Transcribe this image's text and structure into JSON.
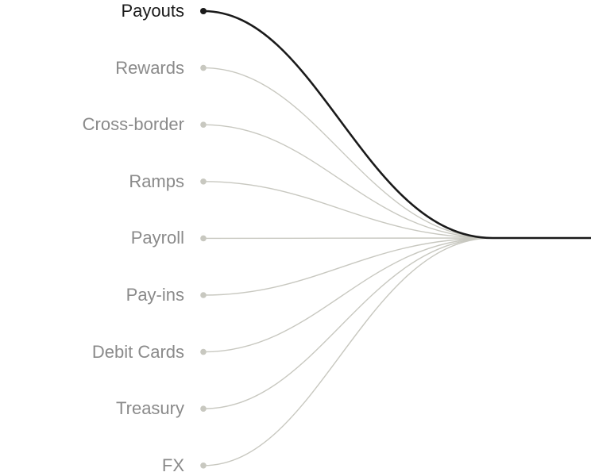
{
  "diagram": {
    "active_index": 0,
    "items": [
      {
        "label": "Payouts"
      },
      {
        "label": "Rewards"
      },
      {
        "label": "Cross-border"
      },
      {
        "label": "Ramps"
      },
      {
        "label": "Payroll"
      },
      {
        "label": "Pay-ins"
      },
      {
        "label": "Debit Cards"
      },
      {
        "label": "Treasury"
      },
      {
        "label": "FX"
      }
    ],
    "colors": {
      "active": "#1a1a1a",
      "inactive_line": "#c8c8c0",
      "inactive_text": "#8a8a8a"
    }
  }
}
